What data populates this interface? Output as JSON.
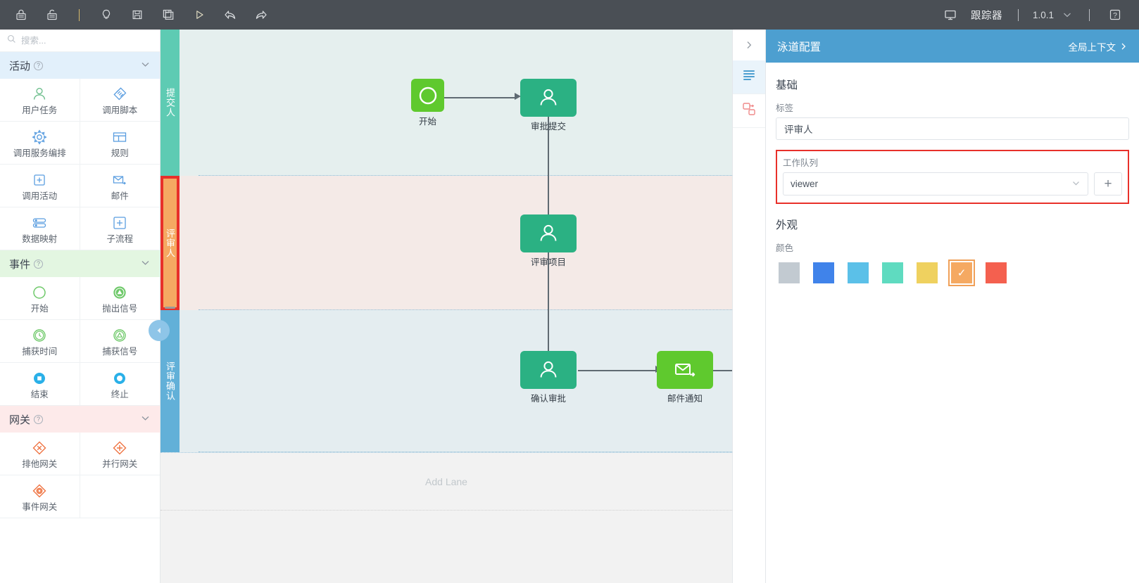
{
  "toolbar": {
    "left_buttons": [
      {
        "name": "lock-icon",
        "title": "锁定"
      },
      {
        "name": "unlock-icon",
        "title": "解锁"
      },
      {
        "name": "divider-1",
        "title": "|"
      },
      {
        "name": "lightbulb-icon",
        "title": "提示"
      },
      {
        "name": "save-icon",
        "title": "保存"
      },
      {
        "name": "save-as-icon",
        "title": "另存为"
      },
      {
        "name": "play-icon",
        "title": "运行"
      },
      {
        "name": "undo-icon",
        "title": "撤销"
      },
      {
        "name": "redo-icon",
        "title": "重做"
      }
    ],
    "monitor_icon": "monitor-icon",
    "tracker_label": "跟踪器",
    "version": "1.0.1",
    "help_label": "?"
  },
  "palette": {
    "search_placeholder": "搜索...",
    "search_value": "",
    "groups": [
      {
        "id": "activity",
        "label": "活动",
        "items": [
          {
            "label": "用户任务",
            "icon": "user-task-icon"
          },
          {
            "label": "调用脚本",
            "icon": "script-task-icon"
          },
          {
            "label": "调用服务编排",
            "icon": "service-task-icon"
          },
          {
            "label": "规则",
            "icon": "rule-task-icon"
          },
          {
            "label": "调用活动",
            "icon": "call-activity-icon"
          },
          {
            "label": "邮件",
            "icon": "mail-task-icon"
          },
          {
            "label": "数据映射",
            "icon": "data-mapping-icon"
          },
          {
            "label": "子流程",
            "icon": "subprocess-icon"
          }
        ]
      },
      {
        "id": "event",
        "label": "事件",
        "items": [
          {
            "label": "开始",
            "icon": "start-event-icon"
          },
          {
            "label": "抛出信号",
            "icon": "throw-signal-icon"
          },
          {
            "label": "捕获时间",
            "icon": "catch-timer-icon"
          },
          {
            "label": "捕获信号",
            "icon": "catch-signal-icon"
          },
          {
            "label": "结束",
            "icon": "end-event-icon"
          },
          {
            "label": "终止",
            "icon": "terminate-event-icon"
          }
        ]
      },
      {
        "id": "gateway",
        "label": "网关",
        "items": [
          {
            "label": "排他网关",
            "icon": "exclusive-gateway-icon"
          },
          {
            "label": "并行网关",
            "icon": "parallel-gateway-icon"
          },
          {
            "label": "事件网关",
            "icon": "event-gateway-icon"
          }
        ]
      }
    ]
  },
  "canvas": {
    "lanes": [
      {
        "label": "提交人",
        "header_color": "#5ecbb3",
        "body_color": "#e5efee",
        "selected": false
      },
      {
        "label": "评审人",
        "header_color": "#f5a962",
        "body_color": "#f4eae7",
        "selected": true
      },
      {
        "label": "评审确认",
        "header_color": "#62b0d8",
        "body_color": "#e4edf0",
        "selected": false
      }
    ],
    "add_lane_label": "Add Lane",
    "nodes": [
      {
        "label": "开始",
        "type": "start-event",
        "color": "#5fc92e"
      },
      {
        "label": "审批提交",
        "type": "user-task",
        "color": "#2bb183"
      },
      {
        "label": "评审项目",
        "type": "user-task",
        "color": "#2bb183"
      },
      {
        "label": "确认审批",
        "type": "user-task",
        "color": "#2bb183"
      },
      {
        "label": "邮件通知",
        "type": "mail-task",
        "color": "#5fc92e"
      }
    ]
  },
  "rail": {
    "collapse_icon": "chevron-right-icon",
    "items": [
      {
        "icon": "properties-list-icon",
        "selected": true
      },
      {
        "icon": "relations-icon",
        "selected": false
      }
    ]
  },
  "panel": {
    "title": "泳道配置",
    "context_link": "全局上下文",
    "sections": [
      {
        "title": "基础"
      },
      {
        "title": "外观"
      }
    ],
    "basic": {
      "label_field_label": "标签",
      "label_field_value": "评审人",
      "queue_field_label": "工作队列",
      "queue_selected": "viewer",
      "add_button": "+"
    },
    "appearance": {
      "section_title": "外观",
      "color_label": "颜色",
      "colors": [
        {
          "hex": "#c2cad1",
          "selected": false
        },
        {
          "hex": "#4083ea",
          "selected": false
        },
        {
          "hex": "#5bc0e8",
          "selected": false
        },
        {
          "hex": "#5fdbc0",
          "selected": false
        },
        {
          "hex": "#efd15f",
          "selected": false
        },
        {
          "hex": "#f5a962",
          "selected": true
        },
        {
          "hex": "#f4604f",
          "selected": false
        }
      ],
      "check_glyph": "✓"
    }
  }
}
